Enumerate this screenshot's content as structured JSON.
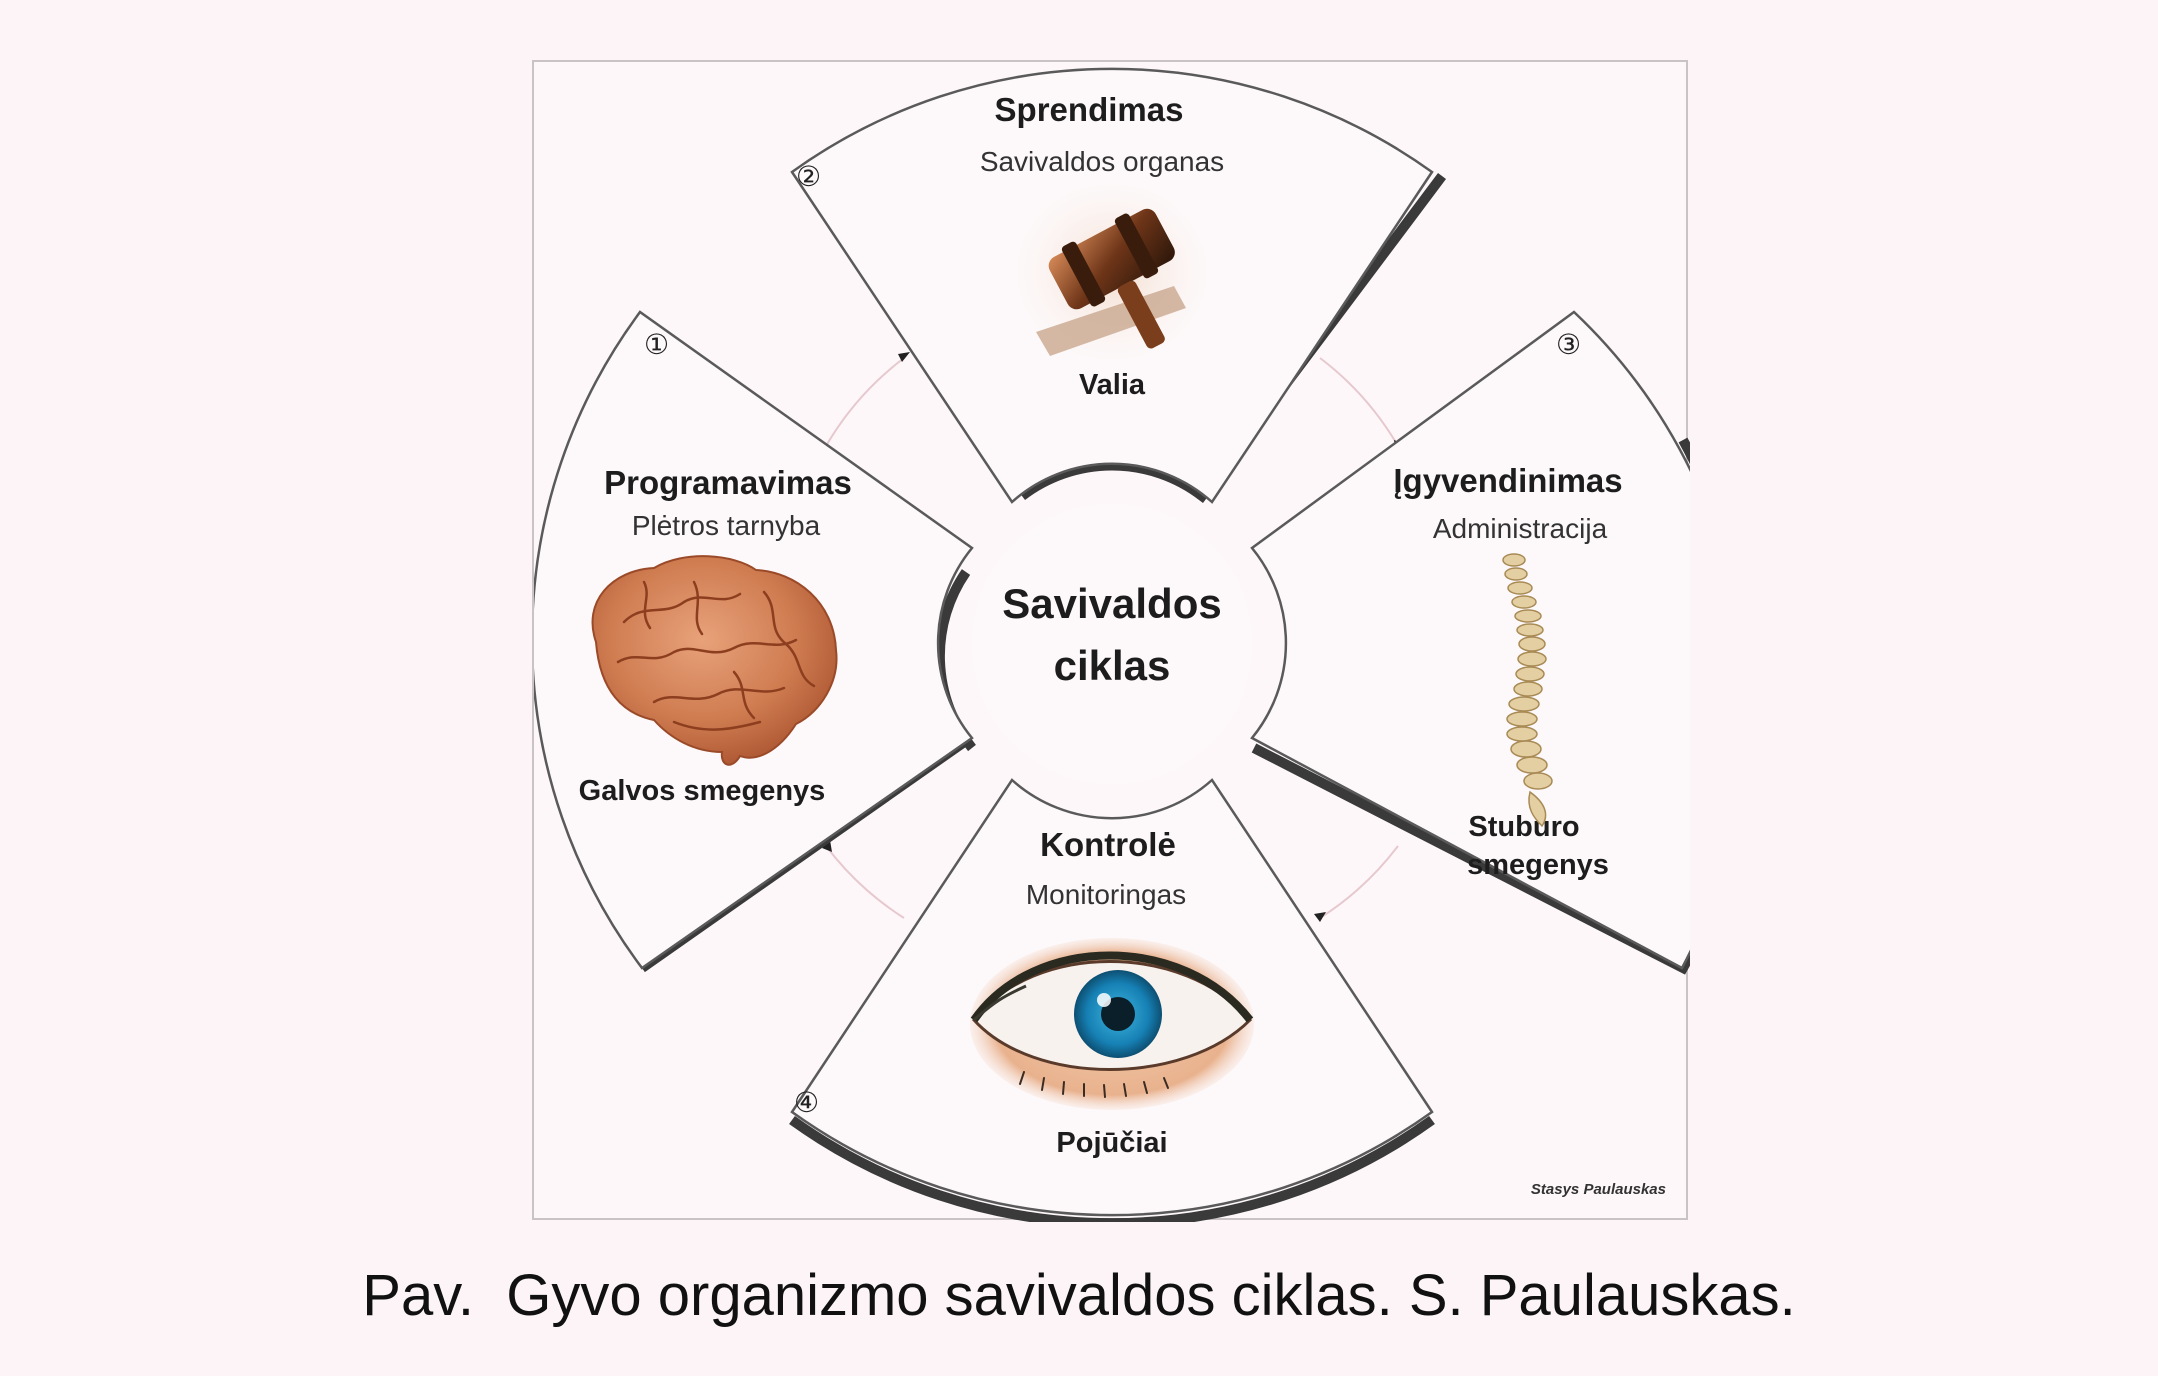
{
  "diagram": {
    "center": {
      "line1": "Savivaldos",
      "line2": "ciklas"
    },
    "sectors": [
      {
        "number": "①",
        "title": "Programavimas",
        "subtitle": "Plėtros tarnyba",
        "organ": "Galvos smegenys",
        "organ2": "",
        "icon": "brain-icon"
      },
      {
        "number": "②",
        "title": "Sprendimas",
        "subtitle": "Savivaldos organas",
        "organ": "Valia",
        "organ2": "",
        "icon": "gavel-icon"
      },
      {
        "number": "③",
        "title": "Įgyvendinimas",
        "subtitle": "Administracija",
        "organ": "Stuburo",
        "organ2": "smegenys",
        "icon": "spine-icon"
      },
      {
        "number": "④",
        "title": "Kontrolė",
        "subtitle": "Monitoringas",
        "organ": "Pojūčiai",
        "organ2": "",
        "icon": "eye-icon"
      }
    ],
    "author": "Stasys Paulauskas"
  },
  "caption": "Pav.  Gyvo organizmo savivaldos ciklas. S. Paulauskas."
}
